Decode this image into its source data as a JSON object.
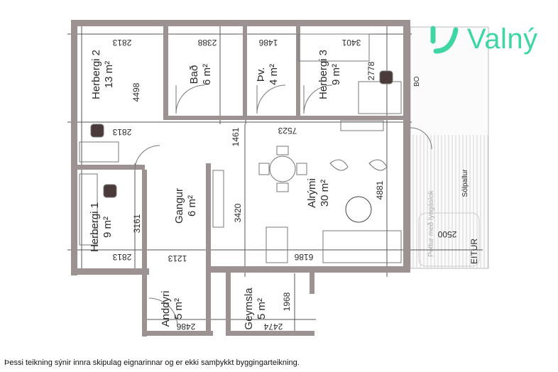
{
  "brand": {
    "name": "Valný",
    "color": "#3fd5a4"
  },
  "rooms": [
    {
      "name": "Herbergi 2",
      "area": "13 m²",
      "dims": [
        "2813",
        "4498",
        "2813"
      ]
    },
    {
      "name": "Bað",
      "area": "6 m²",
      "dims": [
        "2388"
      ]
    },
    {
      "name": "Þv.",
      "area": "4 m²",
      "dims": [
        "1486"
      ]
    },
    {
      "name": "Herbergi 3",
      "area": "9 m²",
      "dims": [
        "3401",
        "2778"
      ]
    },
    {
      "name": "Alrými",
      "area": "30 m²",
      "dims": [
        "7523",
        "4881",
        "6186",
        "3420"
      ]
    },
    {
      "name": "Gangur",
      "area": "6 m²",
      "dims": [
        "1461",
        "1213"
      ]
    },
    {
      "name": "Herbergi 1",
      "area": "9 m²",
      "dims": [
        "3161",
        "2813"
      ]
    },
    {
      "name": "Anddyri",
      "area": "5 m²",
      "dims": [
        "2486"
      ]
    },
    {
      "name": "Geymsla",
      "area": "5 m²",
      "dims": [
        "1968",
        "2474"
      ]
    }
  ],
  "outdoor": {
    "deck": "Sólpallur",
    "hot_tub": "Pottur með lyngáslok",
    "hot_tub_dim": "2500",
    "side_label": "EITUR",
    "box_label": "BO"
  },
  "footer": "Þessi teikning sýnir innra skipulag eignarinnar og er ekki samþykkt byggingarteikning."
}
